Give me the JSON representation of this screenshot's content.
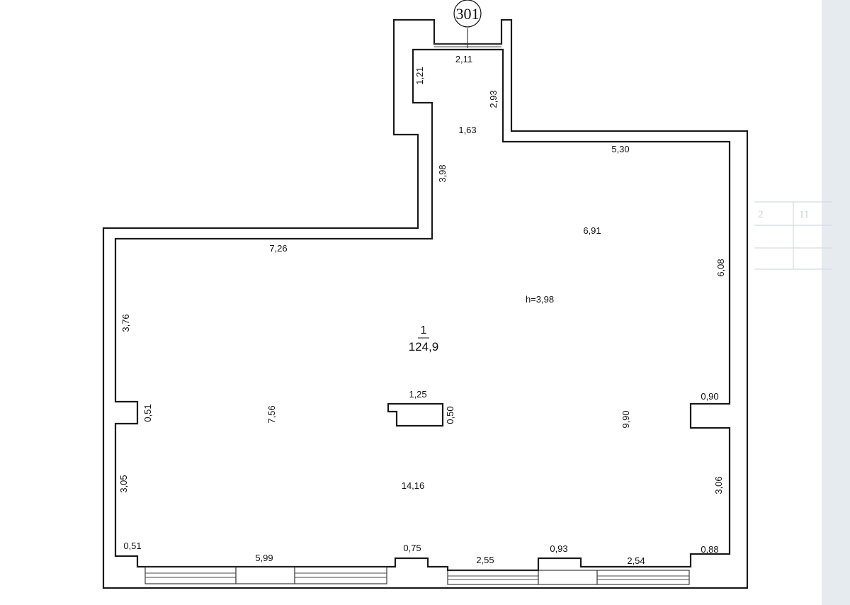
{
  "plan": {
    "stamp_label": "301",
    "room": {
      "number": "1",
      "area": "124,9",
      "height": "h=3,98"
    },
    "dimensions": {
      "top_opening": "2,11",
      "niche_left_vertical": "1,21",
      "niche_right_vertical": "2,93",
      "corridor_width": "1,63",
      "corridor_length": "3,98",
      "upper_right_wall": "5,30",
      "upper_left_wall": "7,26",
      "right_upper_width": "6,91",
      "right_wall_upper": "6,08",
      "left_wall_upper": "3,76",
      "left_notch": "0,51",
      "left_width": "7,56",
      "column_width": "1,25",
      "column_depth": "0,50",
      "right_notch": "0,90",
      "right_width": "9,90",
      "left_wall_lower": "3,05",
      "right_wall_lower": "3,06",
      "total_length": "14,16",
      "bottom_left_corner": "0,51",
      "bottom_segment_1": "5,99",
      "pier_1": "0,75",
      "bottom_segment_2": "2,55",
      "pier_2": "0,93",
      "bottom_segment_3": "2,54",
      "bottom_right_corner": "0,88"
    }
  },
  "ghost_page": {
    "cell_left": "2",
    "cell_right": "11"
  }
}
